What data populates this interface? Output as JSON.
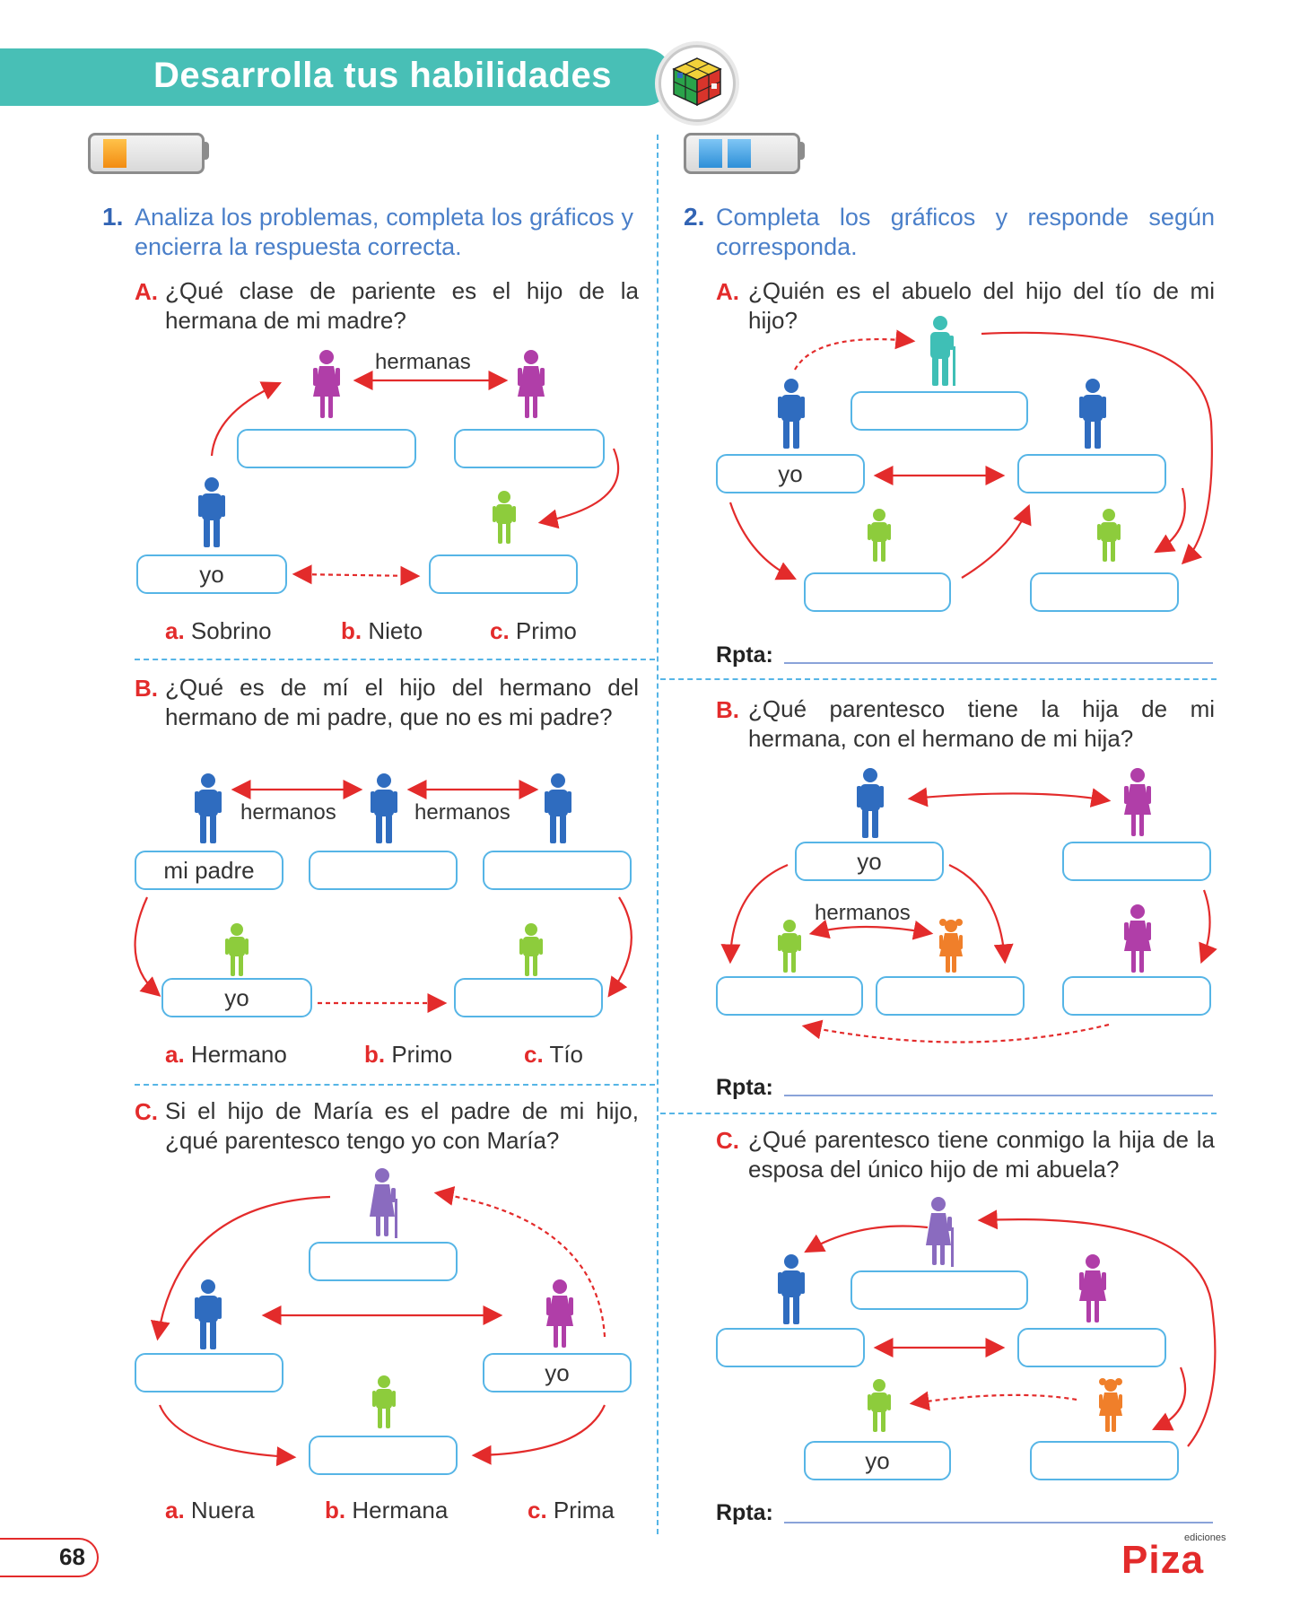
{
  "header": {
    "title": "Desarrolla tus habilidades"
  },
  "q1": {
    "num": "1.",
    "text": "Analiza los problemas, completa los gráficos y encierra la respuesta correcta.",
    "A": {
      "letter": "A.",
      "text": "¿Qué clase de pariente es el hijo de la hermana de mi madre?",
      "label_top": "hermanas",
      "box_yo": "yo",
      "options": [
        {
          "l": "a.",
          "t": "Sobrino"
        },
        {
          "l": "b.",
          "t": "Nieto"
        },
        {
          "l": "c.",
          "t": "Primo"
        }
      ]
    },
    "B": {
      "letter": "B.",
      "text": "¿Qué es de mí el hijo del hermano del hermano de mi padre, que no es mi padre?",
      "label_1": "hermanos",
      "label_2": "hermanos",
      "box_padre": "mi padre",
      "box_yo": "yo",
      "options": [
        {
          "l": "a.",
          "t": "Hermano"
        },
        {
          "l": "b.",
          "t": "Primo"
        },
        {
          "l": "c.",
          "t": "Tío"
        }
      ]
    },
    "C": {
      "letter": "C.",
      "text": "Si el hijo de María es el padre de mi hijo, ¿qué parentesco tengo yo con María?",
      "box_yo": "yo",
      "options": [
        {
          "l": "a.",
          "t": "Nuera"
        },
        {
          "l": "b.",
          "t": "Hermana"
        },
        {
          "l": "c.",
          "t": "Prima"
        }
      ]
    }
  },
  "q2": {
    "num": "2.",
    "text": "Completa los gráficos y responde según corresponda.",
    "A": {
      "letter": "A.",
      "text": "¿Quién es el abuelo del hijo del tío de mi hijo?",
      "box_yo": "yo",
      "rpta": "Rpta:"
    },
    "B": {
      "letter": "B.",
      "text": "¿Qué parentesco tiene la hija de mi hermana, con el hermano de mi hija?",
      "box_yo": "yo",
      "label": "hermanos",
      "rpta": "Rpta:"
    },
    "C": {
      "letter": "C.",
      "text": "¿Qué parentesco tiene conmigo la hija de la esposa del único hijo de mi abuela?",
      "box_yo": "yo",
      "rpta": "Rpta:"
    }
  },
  "footer": {
    "page": "68",
    "brand": "Piza",
    "brand_small": "ediciones"
  },
  "colors": {
    "accent": "#48bfb6",
    "red": "#e32b2b",
    "blue": "#4a7fc9",
    "box_border": "#56b5e6",
    "male": "#2f6cbf",
    "female": "#b03ea8",
    "child": "#8dcc3c",
    "girl": "#f07f2a",
    "grandparent_teal": "#3fbfb6",
    "grandparent_purple": "#8a6bbf"
  }
}
